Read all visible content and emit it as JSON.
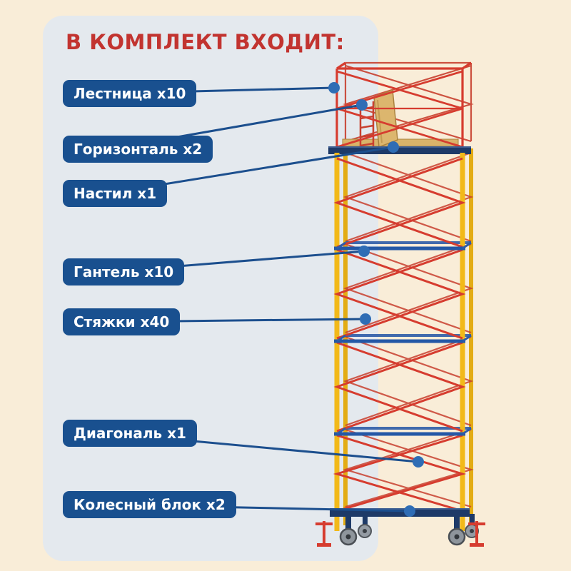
{
  "title": "В КОМПЛЕКТ ВХОДИТ:",
  "labels": [
    {
      "name": "Лестница",
      "quantity": "x10",
      "text": "Лестница x10"
    },
    {
      "name": "Горизонталь",
      "quantity": "x2",
      "text": "Горизонталь x2"
    },
    {
      "name": "Настил",
      "quantity": "x1",
      "text": "Настил x1"
    },
    {
      "name": "Гантель",
      "quantity": "x10",
      "text": "Гантель х10"
    },
    {
      "name": "Стяжки",
      "quantity": "x40",
      "text": "Стяжки x40"
    },
    {
      "name": "Диагональ",
      "quantity": "x1",
      "text": "Диагональ x1"
    },
    {
      "name": "Колесный блок",
      "quantity": "x2",
      "text": "Колесный блок x2"
    }
  ],
  "colors": {
    "background": "#f9edd8",
    "panel": "#e4e9ee",
    "title_red": "#c23430",
    "label_background": "#19508f",
    "label_text": "#ffffff",
    "connector_line": "#1c4f8e",
    "marker_dot": "#2f6db5",
    "scaffold_yellow": "#f2b919",
    "scaffold_red": "#d63c2f",
    "scaffold_navy": "#1e3a68",
    "scaffold_blue_tie": "#2458a6",
    "deck_wood": "#d9b36a",
    "wheel_gray": "#8e959c"
  }
}
